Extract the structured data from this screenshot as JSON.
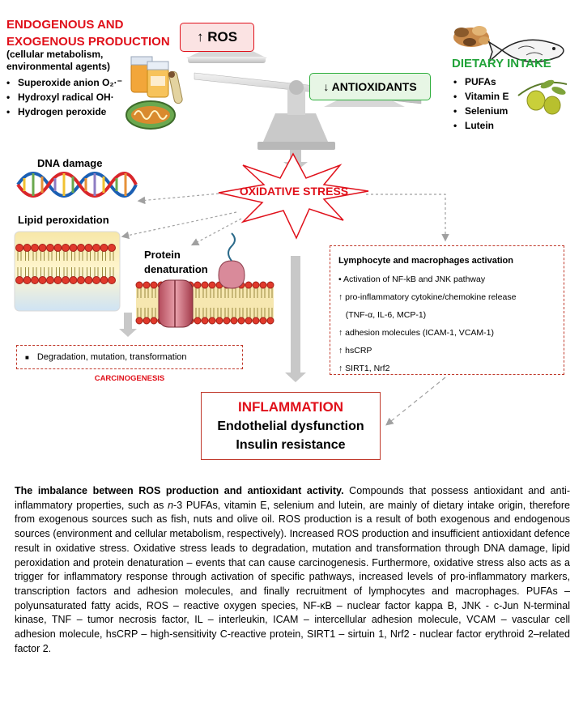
{
  "sources": {
    "title_line1": "ENDOGENOUS AND",
    "title_line2": "EXOGENOUS PRODUCTION",
    "subtitle_line1": "(cellular metabolism,",
    "subtitle_line2": "environmental agents)",
    "items": [
      "Superoxide anion O₂·⁻",
      "Hydroxyl radical OH·",
      "Hydrogen peroxide"
    ]
  },
  "balance": {
    "ros_label": "↑ ROS",
    "antioxidants_label": "↓ ANTIOXIDANTS"
  },
  "dietary": {
    "title": "DIETARY INTAKE",
    "items": [
      "PUFAs",
      "Vitamin E",
      "Selenium",
      "Lutein"
    ]
  },
  "stress": {
    "label": "OXIDATIVE STRESS"
  },
  "damage": {
    "dna": "DNA damage",
    "lipid": "Lipid peroxidation",
    "protein_line1": "Protein",
    "protein_line2": "denaturation"
  },
  "lymphocyte": {
    "heading": "Lymphocyte and macrophages activation",
    "rows": [
      "•     Activation of NF-kB and JNK pathway",
      "↑ pro-inflammatory cytokine/chemokine release",
      "   (TNF-α, IL-6, MCP-1)",
      "↑ adhesion molecules (ICAM-1, VCAM-1)",
      "↑ hsCRP",
      "↑ SIRT1, Nrf2"
    ]
  },
  "degradation": {
    "item": "Degradation, mutation, transformation",
    "carcinogenesis": "CARCINOGENESIS"
  },
  "outcome": {
    "title": "INFLAMMATION",
    "line2": "Endothelial dysfunction",
    "line3": "Insulin resistance"
  },
  "caption": {
    "bold": "The imbalance between ROS production and antioxidant activity.",
    "part1": " Compounds that possess antioxidant and anti-inflammatory properties, such as ",
    "italic": "n",
    "part2": "-3 PUFAs, vitamin E, selenium and lutein, are mainly of dietary intake origin, therefore from exogenous sources such as fish, nuts and olive oil. ROS production is a result of both exogenous and endogenous sources (environment and cellular metabolism, respectively). Increased ROS production and insufficient antioxidant defence result in oxidative stress. Oxidative stress leads to degradation, mutation and transformation through DNA damage, lipid peroxidation and protein denaturation – events that can cause carcinogenesis. Furthermore, oxidative stress also acts as a trigger for inflammatory response through activation of specific pathways, increased levels of pro-inflammatory markers, transcription factors and adhesion molecules, and finally recruitment of lymphocytes and macrophages. PUFAs – polyunsaturated fatty acids, ROS – reactive oxygen species, NF-κB – nuclear factor kappa B, JNK - c-Jun N-terminal kinase, TNF – tumor necrosis factor, IL – interleukin, ICAM – intercellular adhesion molecule, VCAM – vascular cell adhesion molecule, hsCRP – high-sensitivity C-reactive protein, SIRT1 – sirtuin 1, Nrf2 - nuclear factor erythroid 2–related factor 2."
  },
  "colors": {
    "accent_red": "#e0101a",
    "accent_green": "#22a33a",
    "arrow_grey": "#c8c8c8"
  }
}
